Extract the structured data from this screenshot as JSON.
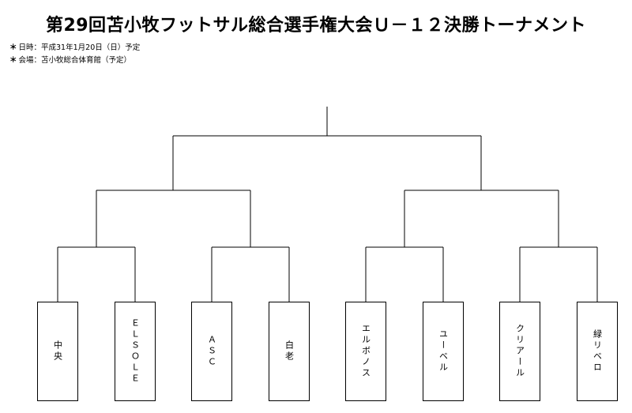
{
  "title": "第29回苫小牧フットサル総合選手権大会Ｕ－１２決勝トーナメント",
  "info": {
    "bullet": "＊",
    "date": "日時：平成31年1月20日（日）予定",
    "venue": "会場：苫小牧総合体育館（予定）"
  },
  "teams": [
    "中央",
    "ＥＬＳＯＬＥ",
    "ＡＳＣ",
    "白老",
    "エルボノス",
    "ユーベル",
    "クリアール",
    "緑リベロ"
  ]
}
